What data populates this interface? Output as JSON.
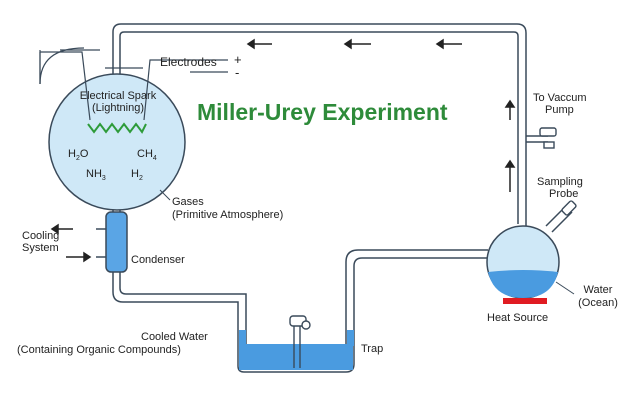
{
  "title": "Miller-Urey Experiment",
  "labels": {
    "electrodes": "Electrodes",
    "plus": "+",
    "minus": "-",
    "spark_line1": "Electrical Spark",
    "spark_line2": "(Lightning)",
    "gases_line1": "Gases",
    "gases_line2": "(Primitive Atmosphere)",
    "cooling_line1": "Cooling",
    "cooling_line2": "System",
    "condenser": "Condenser",
    "cooled_line1": "Cooled Water",
    "cooled_line2": "(Containing Organic Compounds)",
    "trap": "Trap",
    "vacuum_line1": "To Vaccum",
    "vacuum_line2": "Pump",
    "sampling_line1": "Sampling",
    "sampling_line2": "Probe",
    "water_line1": "Water",
    "water_line2": "(Ocean)",
    "heat_source": "Heat Source"
  },
  "molecules": {
    "water": {
      "base": "H",
      "sub": "2",
      "tail": "O"
    },
    "methane": {
      "base": "CH",
      "sub": "4",
      "tail": ""
    },
    "ammonia": {
      "base": "NH",
      "sub": "3",
      "tail": ""
    },
    "hydrogen": {
      "base": "H",
      "sub": "2",
      "tail": ""
    }
  },
  "colors": {
    "tube_outline": "#3a4a5a",
    "water_fill": "#4a9be0",
    "title": "#2e8b3a",
    "spark": "#2e9b3a",
    "heat_source": "#e01b22"
  }
}
